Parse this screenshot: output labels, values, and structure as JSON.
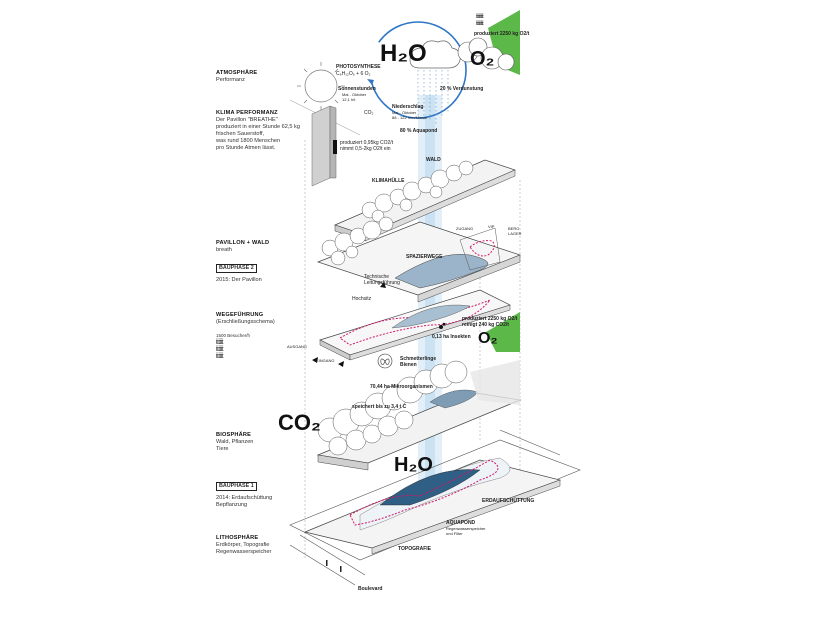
{
  "left_column": {
    "atmosphaere": {
      "title": "ATMOSPHÄRE",
      "sub": "Performanz"
    },
    "klima": {
      "title": "KLIMA PERFORMANZ",
      "lines": [
        "Der Pavillon \"BREATHE\"",
        "produziert in einer Stunde 62,5 kg",
        "frischen Sauerstoff,",
        "was rund 1800 Menschen",
        "pro Stunde Atmen lässt."
      ]
    },
    "pavillon": {
      "title": "PAVILLON + WALD",
      "sub": "breath"
    },
    "bauphase2": {
      "badge": "BAUPHASE 2",
      "sub": "2015: Der Pavillon"
    },
    "wegefuehrung": {
      "title": "WEGEFÜHRUNG",
      "sub": "(Erschließungsschema)",
      "count": "1500 Besucher/h"
    },
    "biosphaere": {
      "title": "BIOSPHÄRE",
      "lines": [
        "Wald, Pflanzen",
        "Tiere"
      ]
    },
    "bauphase1": {
      "badge": "BAUPHASE 1",
      "lines": [
        "2014: Erdaufschüttung",
        "Bepflanzung"
      ]
    },
    "lithosphaere": {
      "title": "LITHOSPHÄRE",
      "lines": [
        "Erdkörper, Topografie",
        "Regenwasserspeicher"
      ]
    }
  },
  "top": {
    "h2o": "H₂O",
    "o2": "O₂",
    "photosynthese": "PHOTOSYNTHESE",
    "formula": "C₆H₁₂O₆ + 6 O₂",
    "sonnenstunden": "Sonnenstunden",
    "sonnen_sub": [
      "Mai - Oktober",
      "12,1 h/t"
    ],
    "co2_small": "CO₂",
    "niederschlag": "Niederschlag",
    "nieder_sub": [
      "Mai - Oktober",
      "88 - 122 mm/Monat"
    ],
    "verdunstung": "20 % Verdunstung",
    "aquapond_pct": "80 % Aquapond",
    "o2_produziert": "produziert 2250 kg O2/t",
    "co2_note": [
      "produziert 0,95kg CO2/t",
      "nimmt 0,5-2kg O2/t ein"
    ]
  },
  "labels": {
    "wald": "WALD",
    "klimahuelle": "KLIMAHÜLLE",
    "zugang": "ZUGANG",
    "vip": "VIP",
    "berglager": [
      "BERG",
      "LAGER"
    ],
    "spazierwege": "SPAZIERWEGE",
    "technische": [
      "Technische",
      "Leitungsführung"
    ],
    "hochsitz": "Hochsitz",
    "produziert_o2": [
      "produziert 2250 kg O2/t",
      "reinigt 240 kg CO2/t"
    ],
    "insekten": "0,13 ha Insekten",
    "o2_mid": "O₂",
    "ausgang": "AUSGANG",
    "eingang": "EINGANG",
    "schmetterlinge": [
      "Schmetterlinge",
      "Bienen"
    ],
    "mikroorganismen": "70,44 ha Mikroorganismen",
    "co2_big": "CO₂",
    "speichert": "speichert bis zu 3,4 t C",
    "h2o_lower": "H₂O",
    "erdaufschuettung": "ERDAUFSCHÜTTUNG",
    "aquapond": "AQUAPOND",
    "aquapond_sub": [
      "Regenwasserspeicher",
      "und Filter"
    ],
    "topografie": "TOPOGRAFIE",
    "boulevard": "Boulevard"
  },
  "colors": {
    "water": "#cfe3f2",
    "green": "#5db84a",
    "path": "#d0186a",
    "line": "#444444"
  }
}
